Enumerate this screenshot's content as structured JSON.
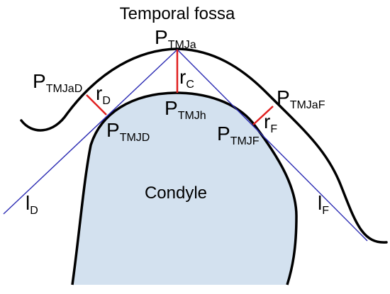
{
  "labels": {
    "temporal_fossa": "Temporal fossa",
    "condyle": "Condyle",
    "p_tmja": {
      "main": "P",
      "sub": "TMJa"
    },
    "p_tmjad": {
      "main": "P",
      "sub": "TMJaD"
    },
    "p_tmjaf": {
      "main": "P",
      "sub": "TMJaF"
    },
    "p_tmjh": {
      "main": "P",
      "sub": "TMJh"
    },
    "p_tmjd": {
      "main": "P",
      "sub": "TMJD"
    },
    "p_tmjf": {
      "main": "P",
      "sub": "TMJF"
    },
    "r_c": {
      "main": "r",
      "sub": "C"
    },
    "r_d": {
      "main": "r",
      "sub": "D"
    },
    "r_f": {
      "main": "r",
      "sub": "F"
    },
    "l_d": {
      "main": "l",
      "sub": "D"
    },
    "l_f": {
      "main": "l",
      "sub": "F"
    }
  },
  "colors": {
    "condyle_fill": "#d3e1ef",
    "outline": "#000000",
    "tangent_lines": "#2b2bb3",
    "distance_lines": "#e02020"
  }
}
